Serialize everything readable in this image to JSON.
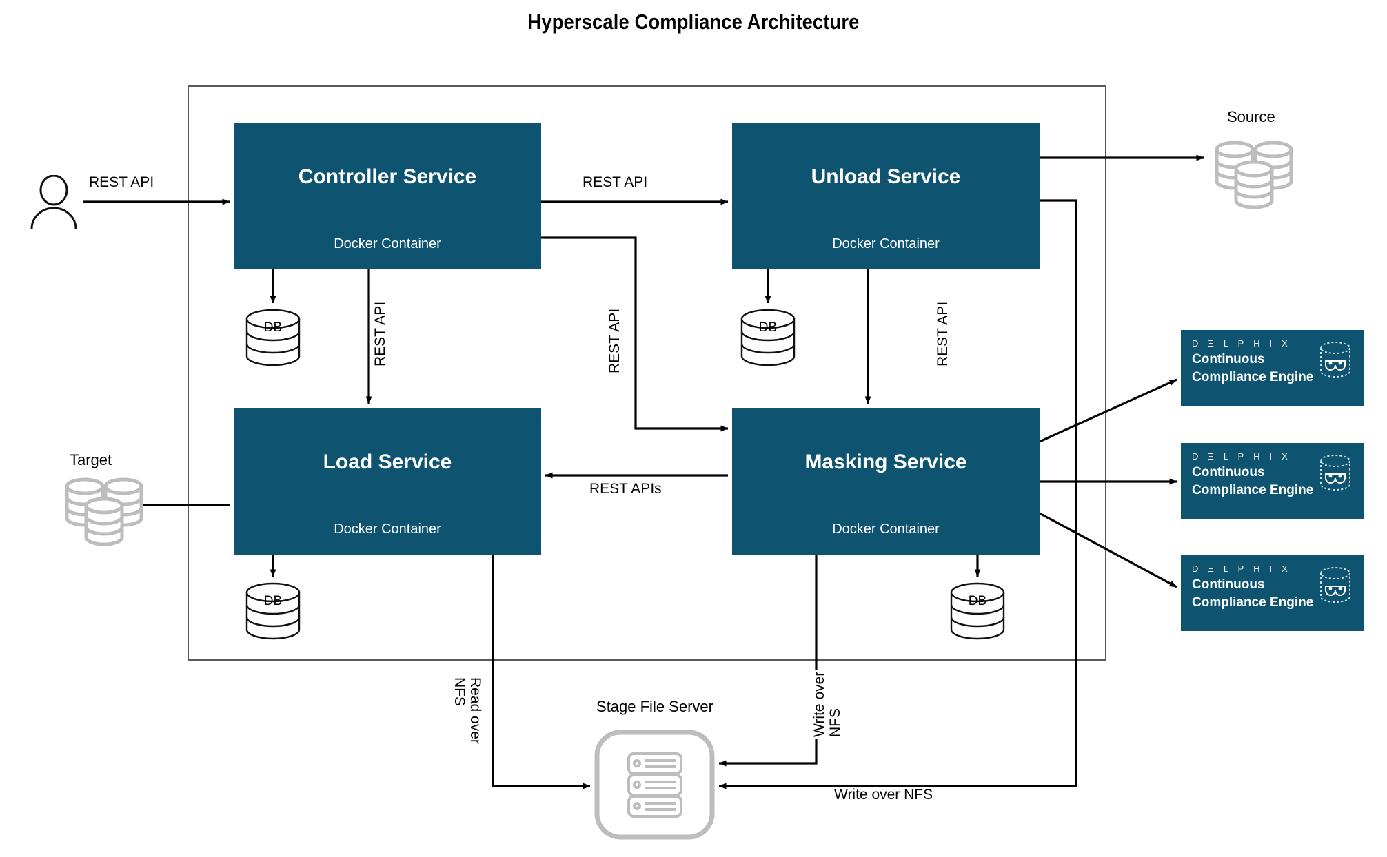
{
  "title": "Hyperscale Compliance Architecture",
  "colors": {
    "service_fill": "#0e5470",
    "container_border": "#595959",
    "gray_icon": "#bdbdbd",
    "text_on_dark": "#ffffff",
    "wire": "#000000"
  },
  "services": [
    {
      "id": "controller",
      "name": "Controller Service",
      "sublabel": "Docker Container"
    },
    {
      "id": "unload",
      "name": "Unload Service",
      "sublabel": "Docker Container"
    },
    {
      "id": "load",
      "name": "Load Service",
      "sublabel": "Docker Container"
    },
    {
      "id": "masking",
      "name": "Masking Service",
      "sublabel": "Docker Container"
    }
  ],
  "databases": [
    {
      "id": "controller-db",
      "label": "DB"
    },
    {
      "id": "unload-db",
      "label": "DB"
    },
    {
      "id": "load-db",
      "label": "DB"
    },
    {
      "id": "masking-db",
      "label": "DB"
    }
  ],
  "engines": [
    {
      "brand": "D Ξ L P H I X",
      "line1": "Continuous",
      "line2": "Compliance Engine"
    },
    {
      "brand": "D Ξ L P H I X",
      "line1": "Continuous",
      "line2": "Compliance Engine"
    },
    {
      "brand": "D Ξ L P H I X",
      "line1": "Continuous",
      "line2": "Compliance Engine"
    }
  ],
  "endpoints": {
    "source_label": "Source",
    "target_label": "Target",
    "stage_file_server_label": "Stage File Server",
    "actor": "user-icon"
  },
  "connections": [
    {
      "id": "user-to-controller",
      "label": "REST API",
      "orientation": "horizontal"
    },
    {
      "id": "controller-to-unload",
      "label": "REST API",
      "orientation": "horizontal"
    },
    {
      "id": "controller-to-load",
      "label": "REST API",
      "orientation": "vertical-ccw"
    },
    {
      "id": "controller-to-masking",
      "label": "REST API",
      "orientation": "vertical-ccw"
    },
    {
      "id": "unload-to-masking",
      "label": "REST API",
      "orientation": "vertical-ccw"
    },
    {
      "id": "masking-to-load",
      "label": "REST APIs",
      "orientation": "horizontal"
    },
    {
      "id": "load-to-stage",
      "label": "Read over\nNFS",
      "orientation": "vertical-cw"
    },
    {
      "id": "masking-to-stage",
      "label": "Write over\nNFS",
      "orientation": "vertical-ccw"
    },
    {
      "id": "unload-to-stage",
      "label": "Write over NFS",
      "orientation": "horizontal"
    },
    {
      "id": "unload-to-source",
      "label": "",
      "orientation": "horizontal"
    },
    {
      "id": "load-to-target",
      "label": "",
      "orientation": "horizontal"
    },
    {
      "id": "masking-to-engine-1",
      "label": "",
      "orientation": "diagonal"
    },
    {
      "id": "masking-to-engine-2",
      "label": "",
      "orientation": "horizontal"
    },
    {
      "id": "masking-to-engine-3",
      "label": "",
      "orientation": "diagonal"
    }
  ],
  "wire_labels": {
    "user_rest": "REST API",
    "ctrl_unload_rest": "REST API",
    "ctrl_load_rest": "REST API",
    "ctrl_mask_rest": "REST API",
    "unload_mask_rest": "REST API",
    "mask_load_rest": "REST APIs",
    "read_nfs_l1": "Read over",
    "read_nfs_l2": "NFS",
    "write_nfs_l1": "Write over",
    "write_nfs_l2": "NFS",
    "write_nfs_bottom": "Write over NFS"
  }
}
